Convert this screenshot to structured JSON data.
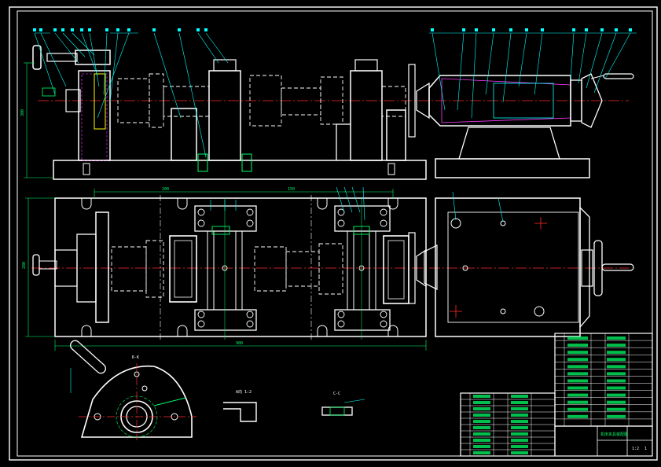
{
  "drawing": {
    "background": "#000000",
    "colors": {
      "outline": "#ffffff",
      "leader": "#00ffff",
      "centerline": "#ff2a2a",
      "dimension": "#00ff66",
      "cut": "#ff3cff",
      "part": "#ffff00"
    }
  },
  "views": {
    "section_k_label": "K-K",
    "detail_a_label": "A向 1:2",
    "section_c_label": "C-C"
  },
  "dimensions": {
    "bottom_total": "900",
    "left_height": "300",
    "plan_height": "280",
    "plan_top_a": "200",
    "plan_top_b": "150"
  },
  "title_block": {
    "drawing_title": "机床夹具装配图",
    "scale": "1:2",
    "sheet": "1"
  }
}
